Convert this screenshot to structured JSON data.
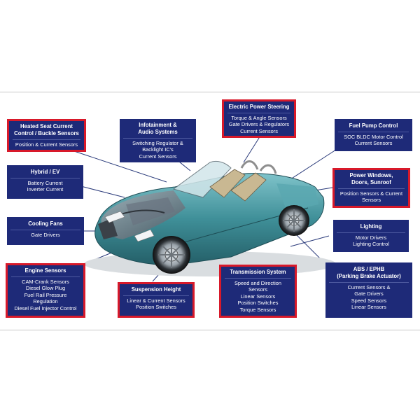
{
  "colors": {
    "box_fill": "#1e2a78",
    "highlight_border": "#d8192a",
    "car_body": "#3f8f98"
  },
  "boxes": {
    "heated_seat": {
      "title": [
        "Heated Seat Current",
        "Control / Buckle Sensors"
      ],
      "body": [
        "Position & Current Sensors"
      ],
      "highlighted": true
    },
    "infotainment": {
      "title": [
        "Infotainment &",
        "Audio Systems"
      ],
      "body": [
        "Switching Regulator &",
        "Backlight IC's",
        "Current Sensors"
      ],
      "highlighted": false
    },
    "eps": {
      "title": [
        "Electric Power Steering"
      ],
      "body": [
        "Torque & Angle Sensors",
        "Gate Drivers & Regulators",
        "Current Sensors"
      ],
      "highlighted": true
    },
    "fuel_pump": {
      "title": [
        "Fuel Pump Control"
      ],
      "body": [
        "SOC BLDC Motor Control",
        "Current Sensors"
      ],
      "highlighted": false
    },
    "hybrid": {
      "title": [
        "Hybrid / EV"
      ],
      "body": [
        "Battery Current",
        "Inverter Current"
      ],
      "highlighted": false
    },
    "power_windows": {
      "title": [
        "Power Windows,",
        "Doors, Sunroof"
      ],
      "body": [
        "Position Sensors & Current",
        "Sensors"
      ],
      "highlighted": true
    },
    "cooling": {
      "title": [
        "Cooling Fans"
      ],
      "body": [
        "Gate Drivers"
      ],
      "highlighted": false
    },
    "lighting": {
      "title": [
        "Lighting"
      ],
      "body": [
        "Motor Drivers",
        "Lighting Control"
      ],
      "highlighted": false
    },
    "engine": {
      "title": [
        "Engine Sensors"
      ],
      "body": [
        "CAM-Crank Sensors",
        "Diesel Glow Plug",
        "Fuel Rail Pressure",
        "Regulation",
        "Diesel Fuel Injector Control"
      ],
      "highlighted": true
    },
    "suspension": {
      "title": [
        "Suspension Height"
      ],
      "body": [
        "Linear & Current Sensors",
        "Position Switches"
      ],
      "highlighted": true
    },
    "transmission": {
      "title": [
        "Transmission System"
      ],
      "body": [
        "Speed and Direction",
        "Sensors",
        "Linear Sensors",
        "Position Switches",
        "Torque Sensors"
      ],
      "highlighted": true
    },
    "abs": {
      "title": [
        "ABS / EPHB",
        "(Parking Brake Actuator)"
      ],
      "body": [
        "Current Sensors &",
        "Gate Drivers",
        "Speed Sensors",
        "Linear Sensors"
      ],
      "highlighted": false
    }
  }
}
